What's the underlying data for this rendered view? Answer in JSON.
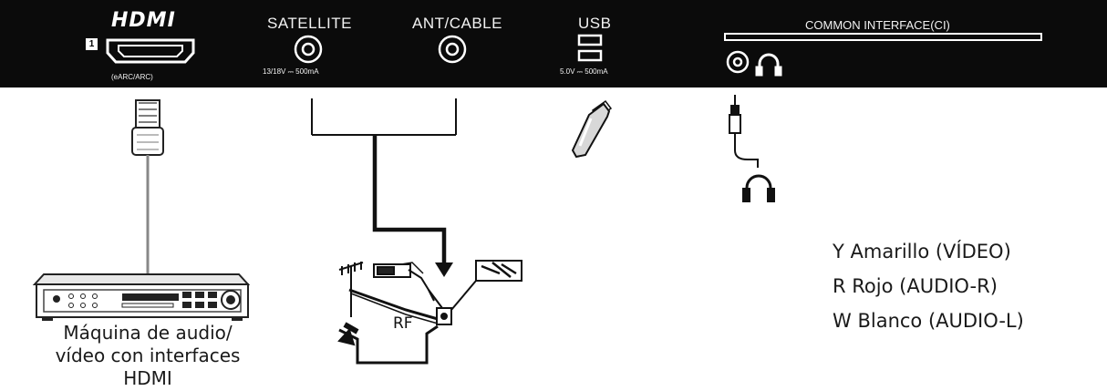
{
  "panel": {
    "hdmi_logo": "HDMI",
    "hdmi_port_number": "1",
    "hdmi_sublabel": "(eARC/ARC)",
    "satellite_label": "SATELLITE",
    "satellite_spec": "13/18V ⎓ 500mA",
    "ant_cable_label": "ANT/CABLE",
    "usb_label": "USB",
    "usb_spec": "5.0V ⎓ 500mA",
    "ci_label": "COMMON INTERFACE(CI)"
  },
  "devices": {
    "av_caption": [
      "Máquina de audio/",
      "vídeo con interfaces",
      "HDMI"
    ],
    "rf_label": "RF"
  },
  "legend": [
    {
      "code": "Y",
      "text": "Amarillo (VÍDEO)"
    },
    {
      "code": "R",
      "text": "Rojo (AUDIO-R)"
    },
    {
      "code": "W",
      "text": "Blanco (AUDIO-L)"
    }
  ]
}
